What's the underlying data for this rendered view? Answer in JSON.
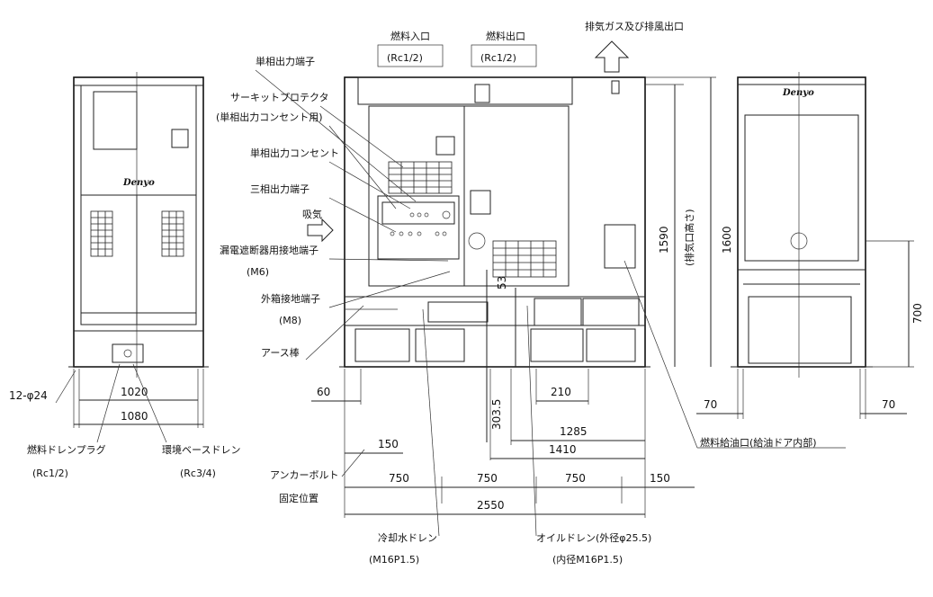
{
  "brand": "Denyo",
  "labels": {
    "fuel_inlet": "燃料入口",
    "fuel_inlet_spec": "(Rc1/2)",
    "fuel_outlet": "燃料出口",
    "fuel_outlet_spec": "(Rc1/2)",
    "exhaust": "排気ガス及び排風出口",
    "single_phase_terminal": "単相出力端子",
    "circuit_protector": "サーキットプロテクタ",
    "circuit_protector_sub": "(単相出力コンセント用)",
    "single_phase_outlet": "単相出力コンセント",
    "three_phase_terminal": "三相出力端子",
    "intake": "吸気",
    "leakage_ground": "漏電遮断器用接地端子",
    "leakage_ground_spec": "(M6)",
    "case_ground": "外箱接地端子",
    "case_ground_spec": "(M8)",
    "earth_rod": "アース棒",
    "fuel_drain_plug": "燃料ドレンプラグ",
    "fuel_drain_plug_spec": "(Rc1/2)",
    "env_base_drain": "環境ベースドレン",
    "env_base_drain_spec": "(Rc3/4)",
    "anchor_bolt": "アンカーボルト",
    "anchor_fixed": "固定位置",
    "coolant_drain": "冷却水ドレン",
    "coolant_drain_spec": "(M16P1.5)",
    "oil_drain": "オイルドレン(外径φ25.5)",
    "oil_drain_spec": "(内径M16P1.5)",
    "fuel_fill": "燃料給油口(給油ドア内部)",
    "exhaust_height_note": "(排気口高さ)"
  },
  "dimensions": {
    "holes": "12-φ24",
    "d1020": "1020",
    "d1080": "1080",
    "d60": "60",
    "d150_top": "150",
    "d750_a": "750",
    "d750_b": "750",
    "d750_c": "750",
    "d150_right": "150",
    "d2550": "2550",
    "d210": "210",
    "d1285": "1285",
    "d1410": "1410",
    "d303_5": "303.5",
    "d53": "53",
    "d1590": "1590",
    "d1600": "1600",
    "d700": "700",
    "d70_left": "70",
    "d70_right": "70"
  }
}
